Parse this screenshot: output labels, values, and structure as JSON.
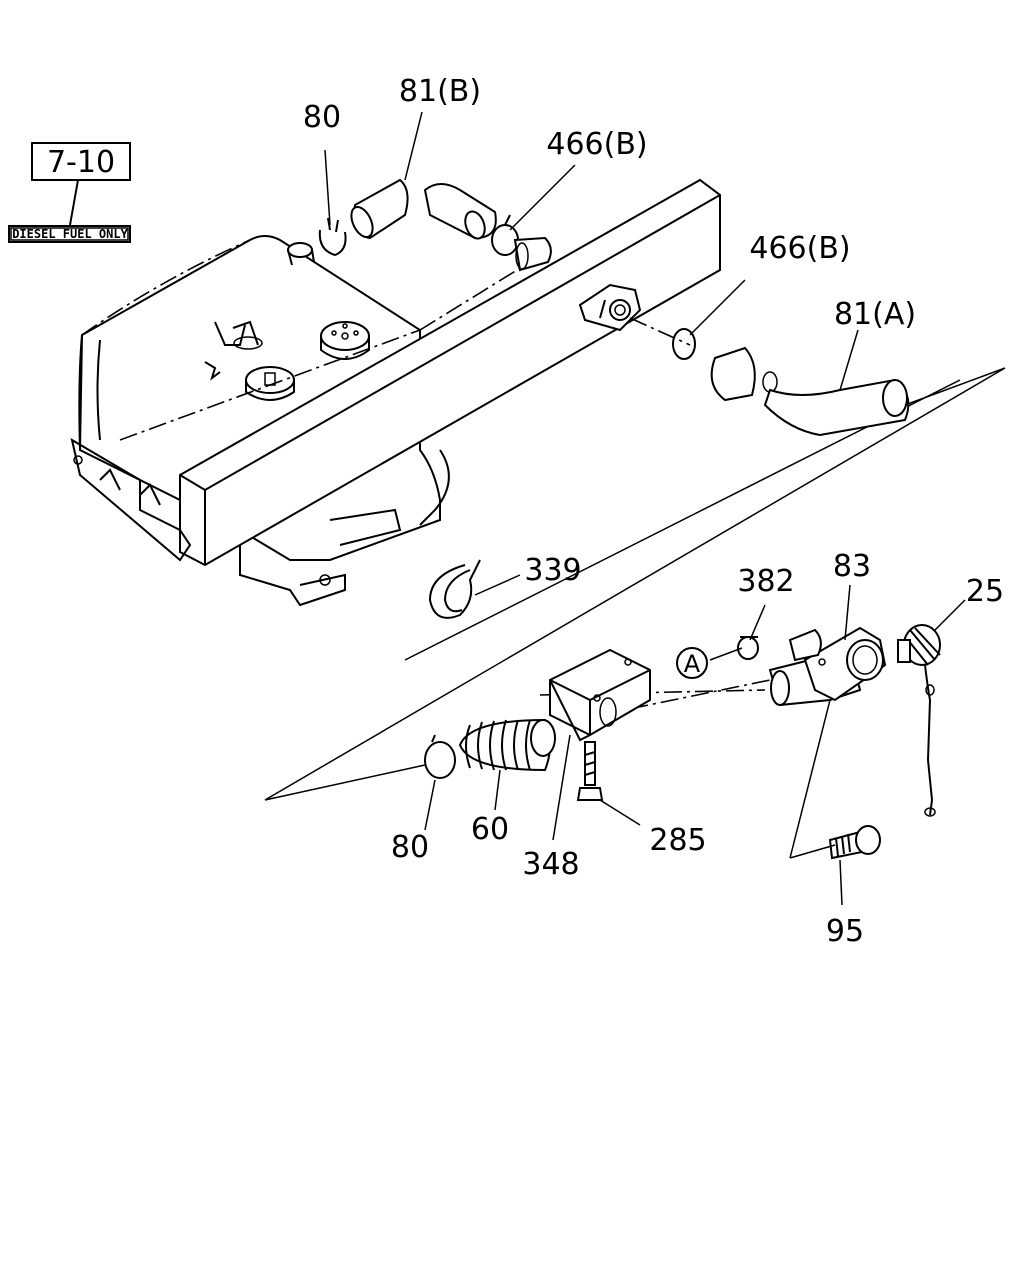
{
  "reference_box": {
    "text": "7-10",
    "note_text": "DIESEL FUEL ONLY"
  },
  "labels": {
    "p80_top": "80",
    "p81b": "81(B)",
    "p466b_1": "466(B)",
    "p466b_2": "466(B)",
    "p81a": "81(A)",
    "p339": "339",
    "p382": "382",
    "p83": "83",
    "p25": "25",
    "pA": "A",
    "p80_bottom": "80",
    "p60": "60",
    "p348": "348",
    "p285": "285",
    "p95": "95"
  }
}
